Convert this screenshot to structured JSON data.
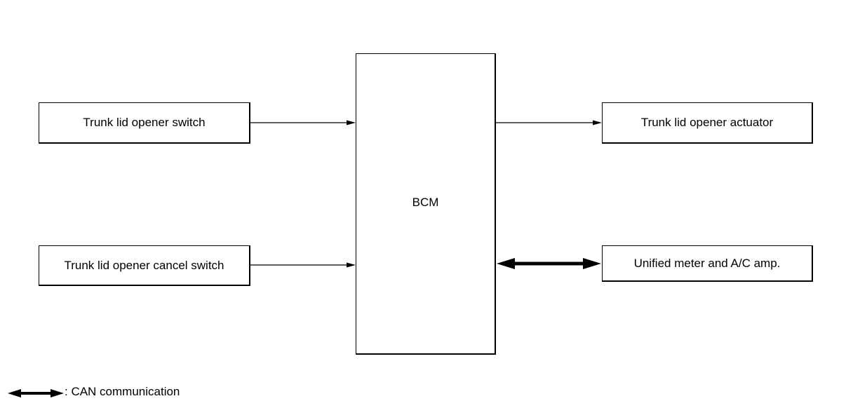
{
  "blocks": {
    "trunk_switch": "Trunk lid opener switch",
    "cancel_switch": "Trunk lid opener cancel switch",
    "bcm": "BCM",
    "actuator": "Trunk lid opener actuator",
    "meter_amp": "Unified meter and A/C amp."
  },
  "legend": {
    "can_label": ": CAN communication"
  },
  "colors": {
    "line": "#000000",
    "background": "#ffffff"
  }
}
